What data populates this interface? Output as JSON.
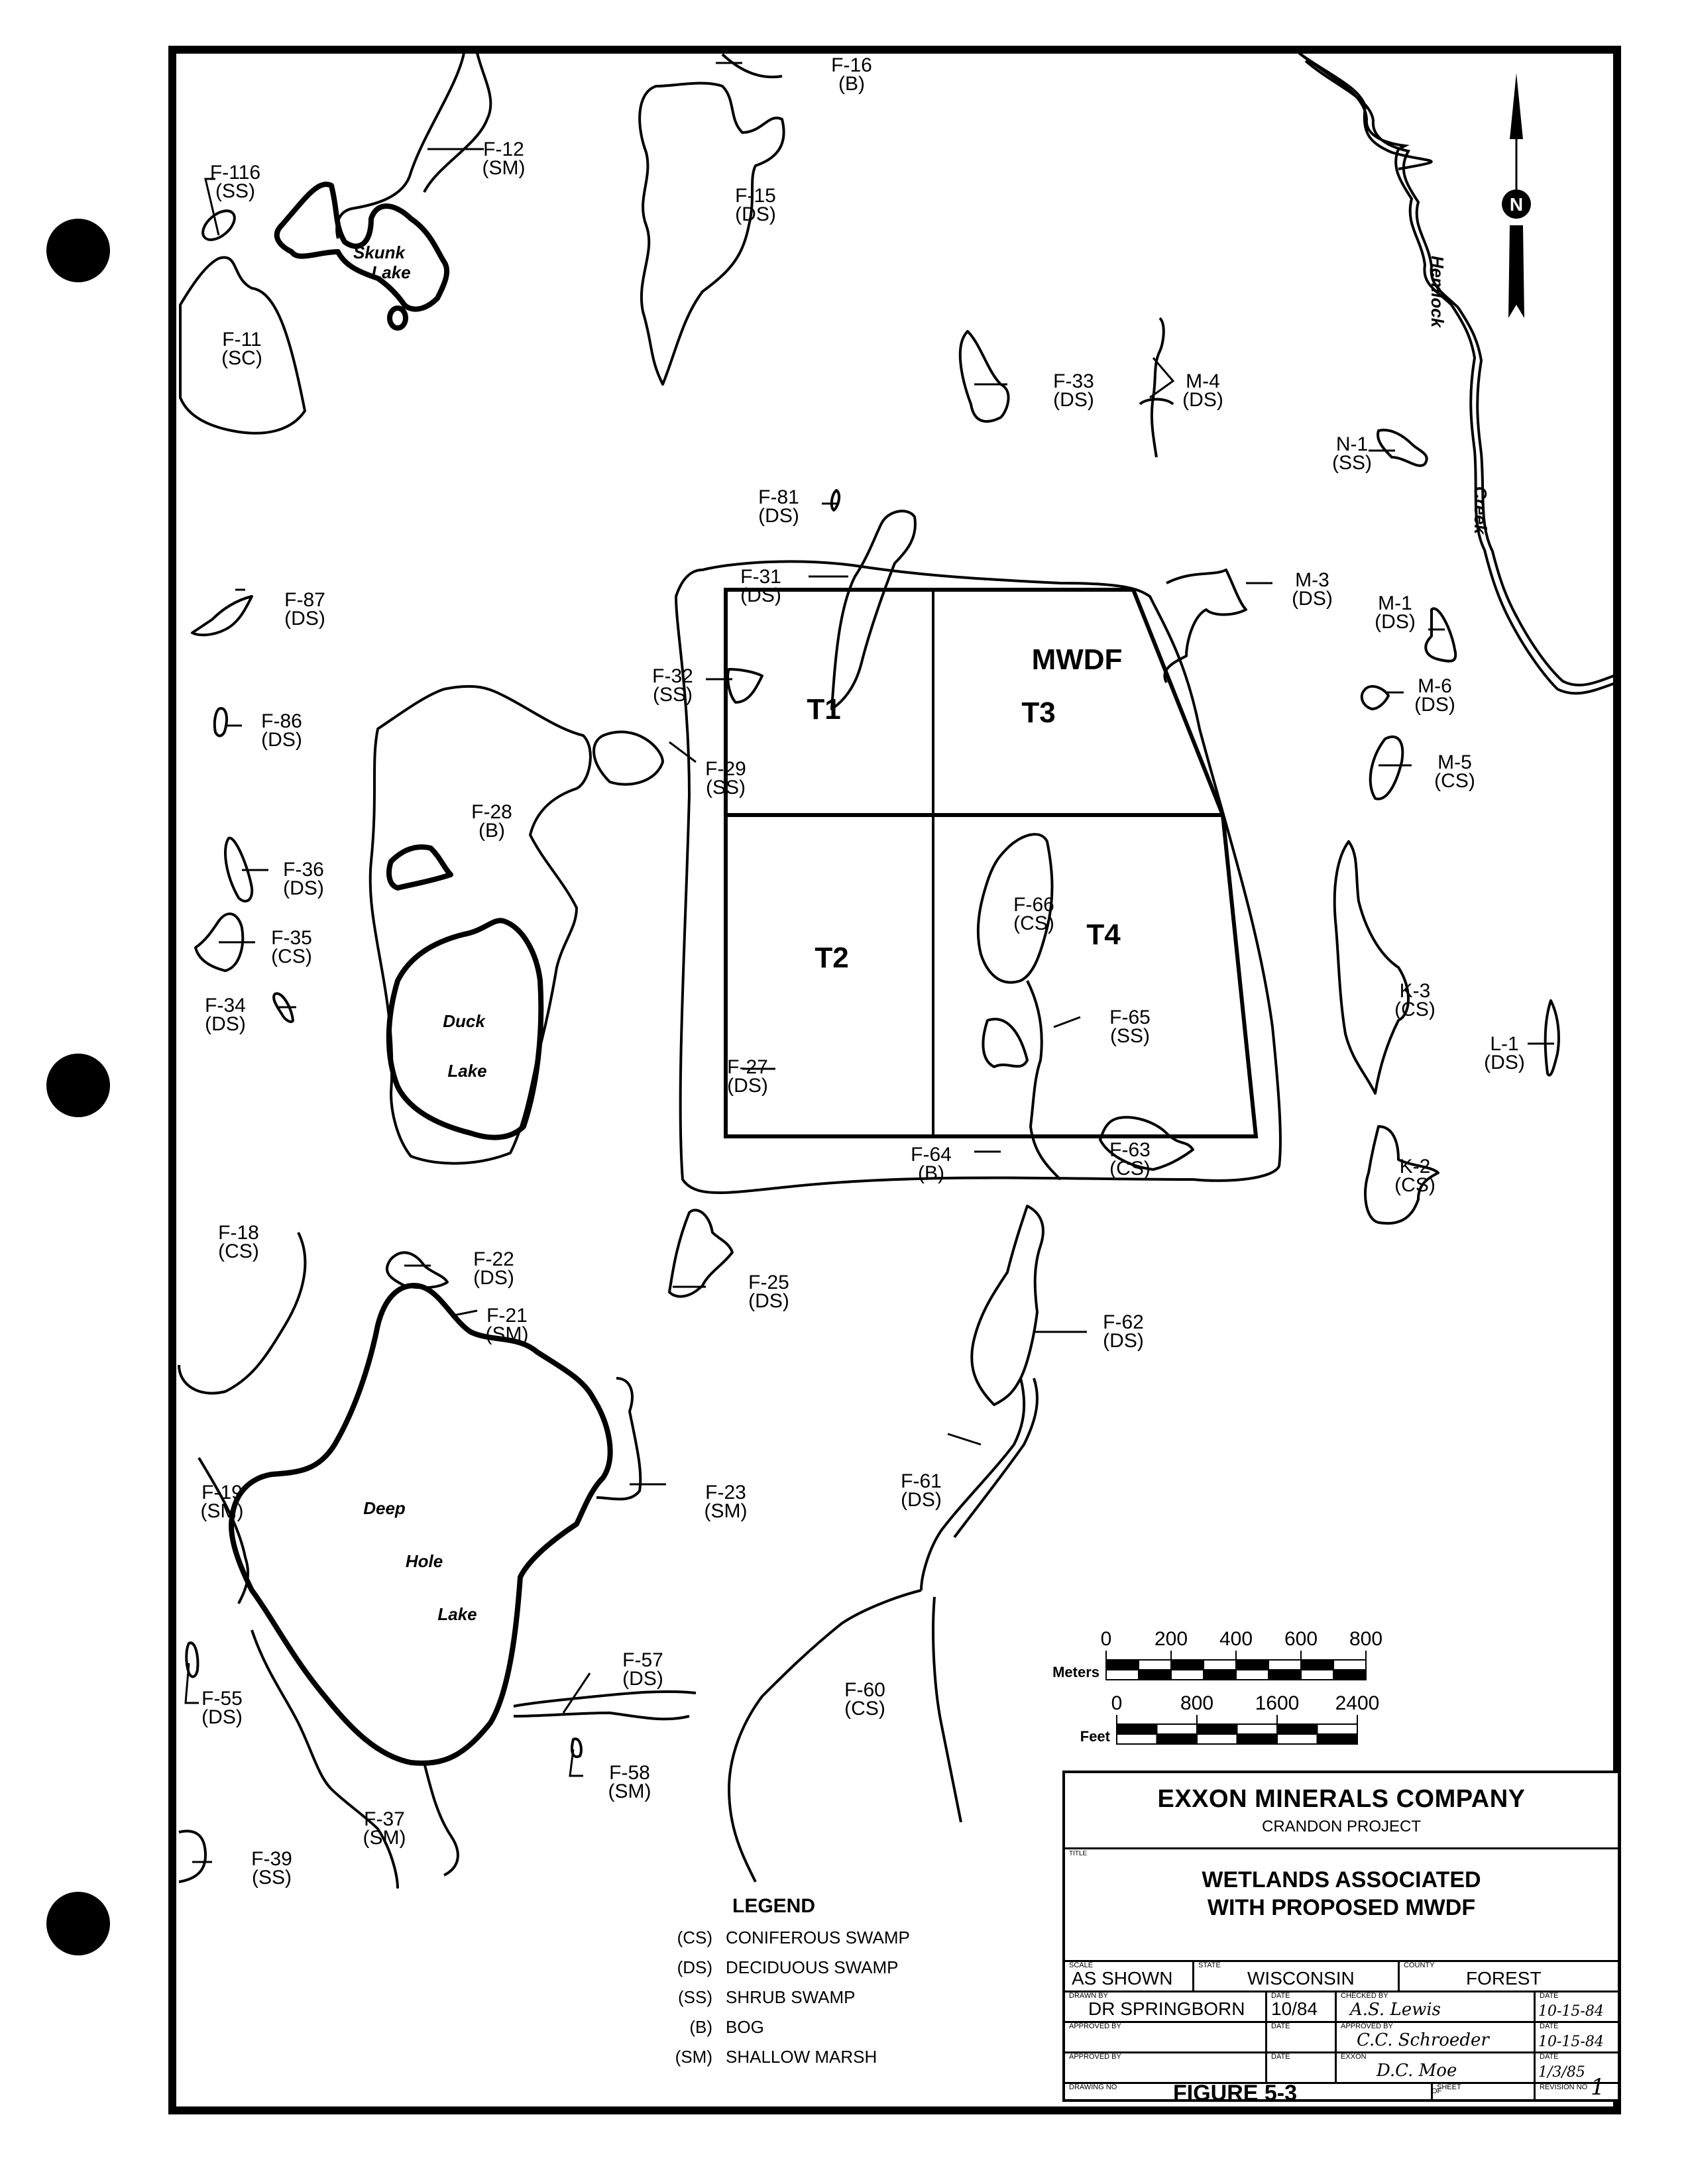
{
  "title_block": {
    "company": "EXXON MINERALS COMPANY",
    "project": "CRANDON PROJECT",
    "title_caption": "TITLE",
    "title_line1": "WETLANDS ASSOCIATED",
    "title_line2": "WITH PROPOSED MWDF",
    "scale_caption": "SCALE",
    "scale": "AS SHOWN",
    "state_caption": "STATE",
    "state": "WISCONSIN",
    "county_caption": "COUNTY",
    "county": "FOREST",
    "drawn_by_caption": "DRAWN BY",
    "drawn_by": "DR SPRINGBORN",
    "date_caption": "DATE",
    "drawn_date": "10/84",
    "checked_by_caption": "CHECKED BY",
    "checked_by": "A.S. Lewis",
    "checked_date": "10-15-84",
    "approved_by_caption": "APPROVED BY",
    "approved_by_2": "C.C. Schroeder",
    "approved_date_2": "10-15-84",
    "exxon_caption": "EXXON",
    "exxon_signature": "D.C. Moe",
    "exxon_date": "1/3/85",
    "drawing_no_caption": "DRAWING NO",
    "drawing_no": "FIGURE 5-3",
    "sheet_caption": "SHEET",
    "of_caption": "OF",
    "revision_caption": "REVISION NO",
    "revision": "1"
  },
  "legend": {
    "heading": "LEGEND",
    "items": [
      {
        "code": "(CS)",
        "label": "CONIFEROUS SWAMP"
      },
      {
        "code": "(DS)",
        "label": "DECIDUOUS SWAMP"
      },
      {
        "code": "(SS)",
        "label": "SHRUB SWAMP"
      },
      {
        "code": "(B)",
        "label": "BOG"
      },
      {
        "code": "(SM)",
        "label": "SHALLOW MARSH"
      }
    ]
  },
  "scale_bar": {
    "meters_label": "Meters",
    "meters_ticks": [
      "0",
      "200",
      "400",
      "600",
      "800"
    ],
    "feet_label": "Feet",
    "feet_ticks": [
      "0",
      "800",
      "1600",
      "2400"
    ]
  },
  "north_arrow": {
    "letter": "N"
  },
  "facility": {
    "name": "MWDF",
    "cells": [
      "T1",
      "T2",
      "T3",
      "T4"
    ]
  },
  "water_features": {
    "lakes": [
      "Skunk Lake",
      "Duck Lake",
      "Deep Hole Lake"
    ],
    "creek_word1": "Hemlock",
    "creek_word2": "Creek"
  },
  "wetlands": [
    {
      "id": "F-16",
      "type": "(B)"
    },
    {
      "id": "F-12",
      "type": "(SM)"
    },
    {
      "id": "F-116",
      "type": "(SS)"
    },
    {
      "id": "F-15",
      "type": "(DS)"
    },
    {
      "id": "F-11",
      "type": "(SC)"
    },
    {
      "id": "F-33",
      "type": "(DS)"
    },
    {
      "id": "M-4",
      "type": "(DS)"
    },
    {
      "id": "N-1",
      "type": "(SS)"
    },
    {
      "id": "F-81",
      "type": "(DS)"
    },
    {
      "id": "F-31",
      "type": "(DS)"
    },
    {
      "id": "M-3",
      "type": "(DS)"
    },
    {
      "id": "F-87",
      "type": "(DS)"
    },
    {
      "id": "M-1",
      "type": "(DS)"
    },
    {
      "id": "F-32",
      "type": "(SS)"
    },
    {
      "id": "M-6",
      "type": "(DS)"
    },
    {
      "id": "F-86",
      "type": "(DS)"
    },
    {
      "id": "F-29",
      "type": "(SS)"
    },
    {
      "id": "M-5",
      "type": "(CS)"
    },
    {
      "id": "F-28",
      "type": "(B)"
    },
    {
      "id": "F-36",
      "type": "(DS)"
    },
    {
      "id": "F-66",
      "type": "(CS)"
    },
    {
      "id": "F-35",
      "type": "(CS)"
    },
    {
      "id": "F-34",
      "type": "(DS)"
    },
    {
      "id": "K-3",
      "type": "(CS)"
    },
    {
      "id": "F-65",
      "type": "(SS)"
    },
    {
      "id": "L-1",
      "type": "(DS)"
    },
    {
      "id": "F-27",
      "type": "(DS)"
    },
    {
      "id": "F-64",
      "type": "(B)"
    },
    {
      "id": "F-63",
      "type": "(CS)"
    },
    {
      "id": "K-2",
      "type": "(CS)"
    },
    {
      "id": "F-18",
      "type": "(CS)"
    },
    {
      "id": "F-22",
      "type": "(DS)"
    },
    {
      "id": "F-25",
      "type": "(DS)"
    },
    {
      "id": "F-21",
      "type": "(SM)"
    },
    {
      "id": "F-62",
      "type": "(DS)"
    },
    {
      "id": "F-61",
      "type": "(DS)"
    },
    {
      "id": "F-19",
      "type": "(SM)"
    },
    {
      "id": "F-23",
      "type": "(SM)"
    },
    {
      "id": "F-57",
      "type": "(DS)"
    },
    {
      "id": "F-60",
      "type": "(CS)"
    },
    {
      "id": "F-55",
      "type": "(DS)"
    },
    {
      "id": "F-58",
      "type": "(SM)"
    },
    {
      "id": "F-37",
      "type": "(SM)"
    },
    {
      "id": "F-39",
      "type": "(SS)"
    }
  ]
}
